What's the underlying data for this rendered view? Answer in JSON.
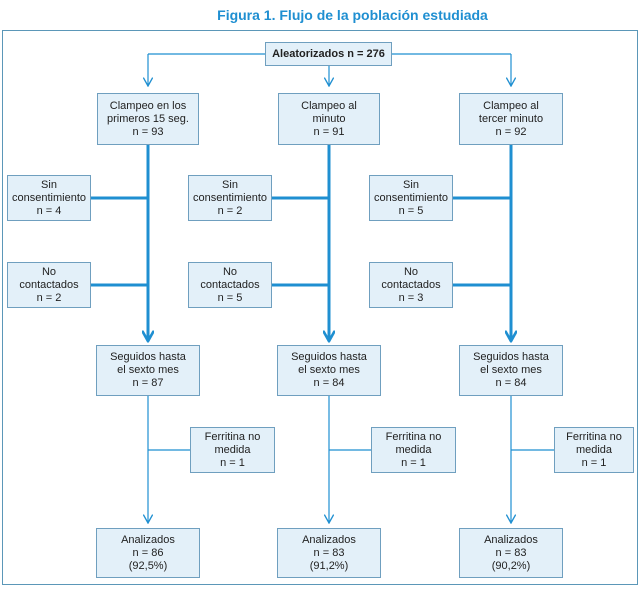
{
  "title": "Figura 1. Flujo de la población estudiada",
  "colors": {
    "title": "#1f8fd1",
    "box_fill": "#e3f0f9",
    "box_border": "#6f9fbf",
    "line": "#1f8fd1"
  },
  "top_box": {
    "text": "Aleatorizados n = 276"
  },
  "arms": [
    {
      "group": [
        "Clampeo en los",
        "primeros 15 seg.",
        "n = 93"
      ],
      "sin_consentimiento": [
        "Sin",
        "consentimiento",
        "n = 4"
      ],
      "no_contactados": [
        "No",
        "contactados",
        "n = 2"
      ],
      "seguidos": [
        "Seguidos hasta",
        "el sexto mes",
        "n = 87"
      ],
      "ferritina": [
        "Ferritina no",
        "medida",
        "n = 1"
      ],
      "analizados": [
        "Analizados",
        "n = 86",
        "(92,5%)"
      ]
    },
    {
      "group": [
        "Clampeo al",
        "minuto",
        "n = 91"
      ],
      "sin_consentimiento": [
        "Sin",
        "consentimiento",
        "n = 2"
      ],
      "no_contactados": [
        "No",
        "contactados",
        "n = 5"
      ],
      "seguidos": [
        "Seguidos hasta",
        "el sexto mes",
        "n = 84"
      ],
      "ferritina": [
        "Ferritina no",
        "medida",
        "n = 1"
      ],
      "analizados": [
        "Analizados",
        "n = 83",
        "(91,2%)"
      ]
    },
    {
      "group": [
        "Clampeo al",
        "tercer minuto",
        "n = 92"
      ],
      "sin_consentimiento": [
        "Sin",
        "consentimiento",
        "n = 5"
      ],
      "no_contactados": [
        "No",
        "contactados",
        "n = 3"
      ],
      "seguidos": [
        "Seguidos hasta",
        "el sexto mes",
        "n = 84"
      ],
      "ferritina": [
        "Ferritina no",
        "medida",
        "n = 1"
      ],
      "analizados": [
        "Analizados",
        "n = 83",
        "(90,2%)"
      ]
    }
  ]
}
